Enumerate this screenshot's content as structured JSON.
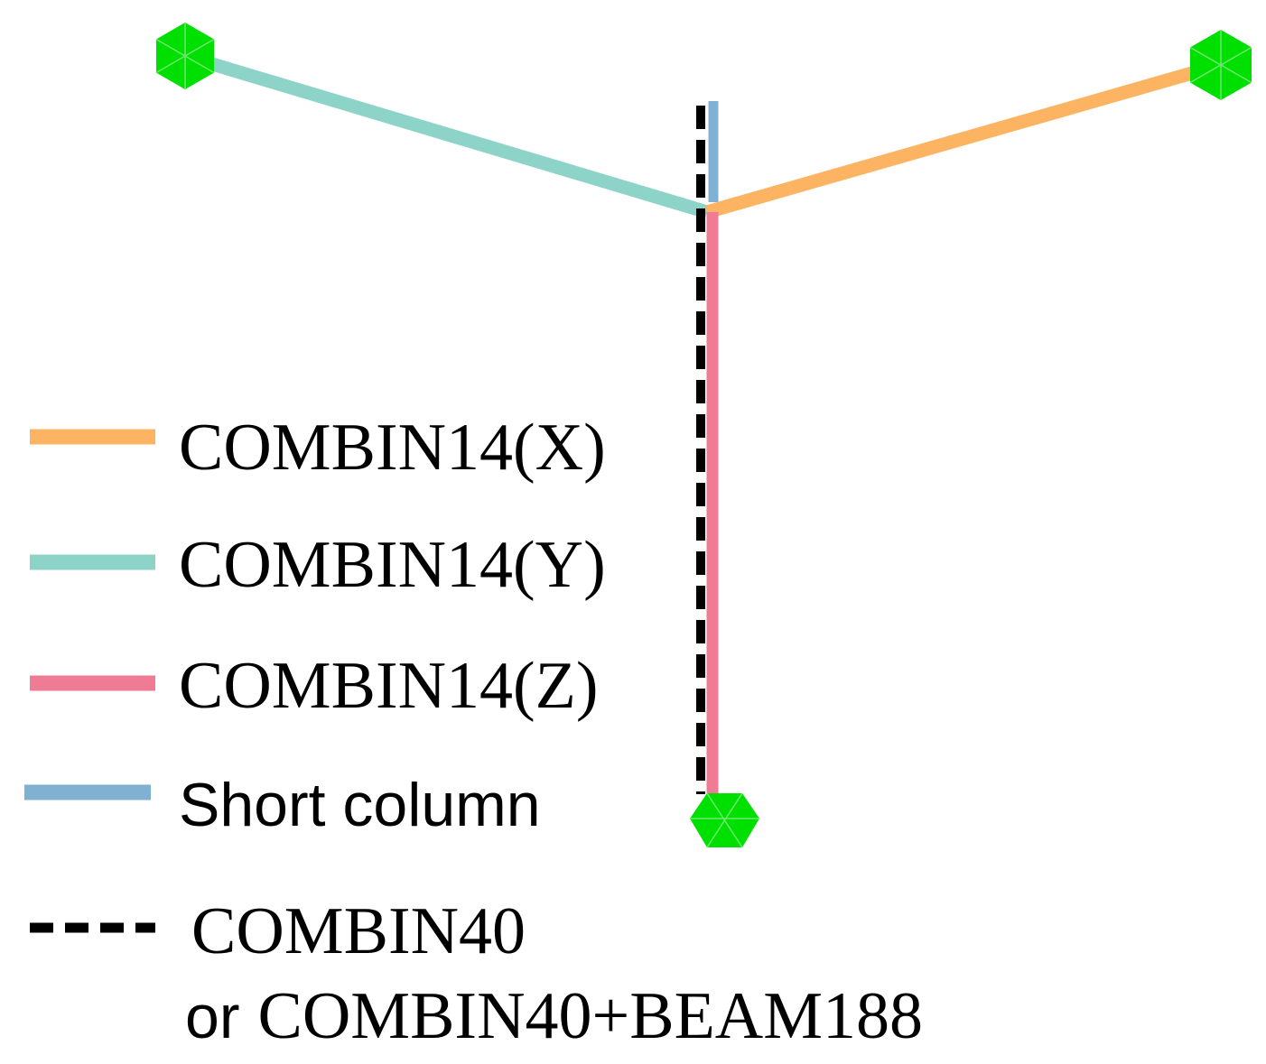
{
  "colors": {
    "spring_x": "#FDB462",
    "spring_y": "#8DD3C7",
    "spring_z": "#F07B95",
    "short_column": "#80B1D3",
    "combin40": "#000000",
    "support_node": "#00E000"
  },
  "legend": {
    "items": [
      {
        "label": "COMBIN14(X)",
        "swatch": "spring_x",
        "style": "solid"
      },
      {
        "label": "COMBIN14(Y)",
        "swatch": "spring_y",
        "style": "solid"
      },
      {
        "label": "COMBIN14(Z)",
        "swatch": "spring_z",
        "style": "solid"
      },
      {
        "label": "Short column",
        "swatch": "short_column",
        "style": "solid"
      },
      {
        "label": "COMBIN40",
        "label_line2_prefix": "or",
        "label_line2_main": "COMBIN40+BEAM188",
        "swatch": "combin40",
        "style": "dashed"
      }
    ]
  }
}
